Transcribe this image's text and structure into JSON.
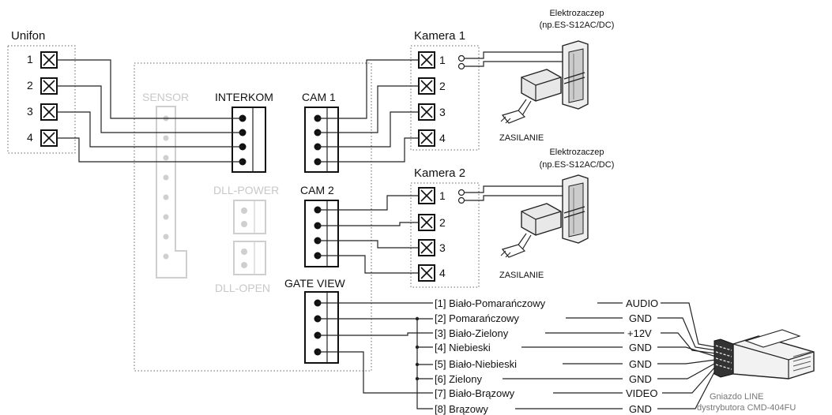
{
  "unifon": {
    "title": "Unifon",
    "terminals": [
      "1",
      "2",
      "3",
      "4"
    ]
  },
  "kamera1": {
    "title": "Kamera 1",
    "terminals": [
      "1",
      "2",
      "3",
      "4"
    ]
  },
  "kamera2": {
    "title": "Kamera 2",
    "terminals": [
      "1",
      "2",
      "3",
      "4"
    ]
  },
  "monitor": {
    "sensor": "SENSOR",
    "interkom": "INTERKOM",
    "cam1": "CAM 1",
    "cam2": "CAM 2",
    "dll_power": "DLL-POWER",
    "dll_open": "DLL-OPEN",
    "gate_view": "GATE VIEW"
  },
  "lock1": {
    "title": "Elektrozaczep",
    "model": "(np.ES-S12AC/DC)",
    "supply": "ZASILANIE"
  },
  "lock2": {
    "title": "Elektrozaczep",
    "model": "(np.ES-S12AC/DC)",
    "supply": "ZASILANIE"
  },
  "wires": [
    {
      "label": "[1] Biało-Pomarańczowy",
      "signal": "AUDIO"
    },
    {
      "label": "[2] Pomarańczowy",
      "signal": "GND"
    },
    {
      "label": "[3] Biało-Zielony",
      "signal": "+12V"
    },
    {
      "label": "[4] Niebieski",
      "signal": "GND"
    },
    {
      "label": "[5] Biało-Niebieski",
      "signal": "GND"
    },
    {
      "label": "[6] Zielony",
      "signal": "GND"
    },
    {
      "label": "[7] Biało-Brązowy",
      "signal": "VIDEO"
    },
    {
      "label": "[8] Brązowy",
      "signal": "GND"
    }
  ],
  "socket": {
    "label": "Gniazdo LINE",
    "distributor": "dystrybutora CMD-404FU"
  }
}
